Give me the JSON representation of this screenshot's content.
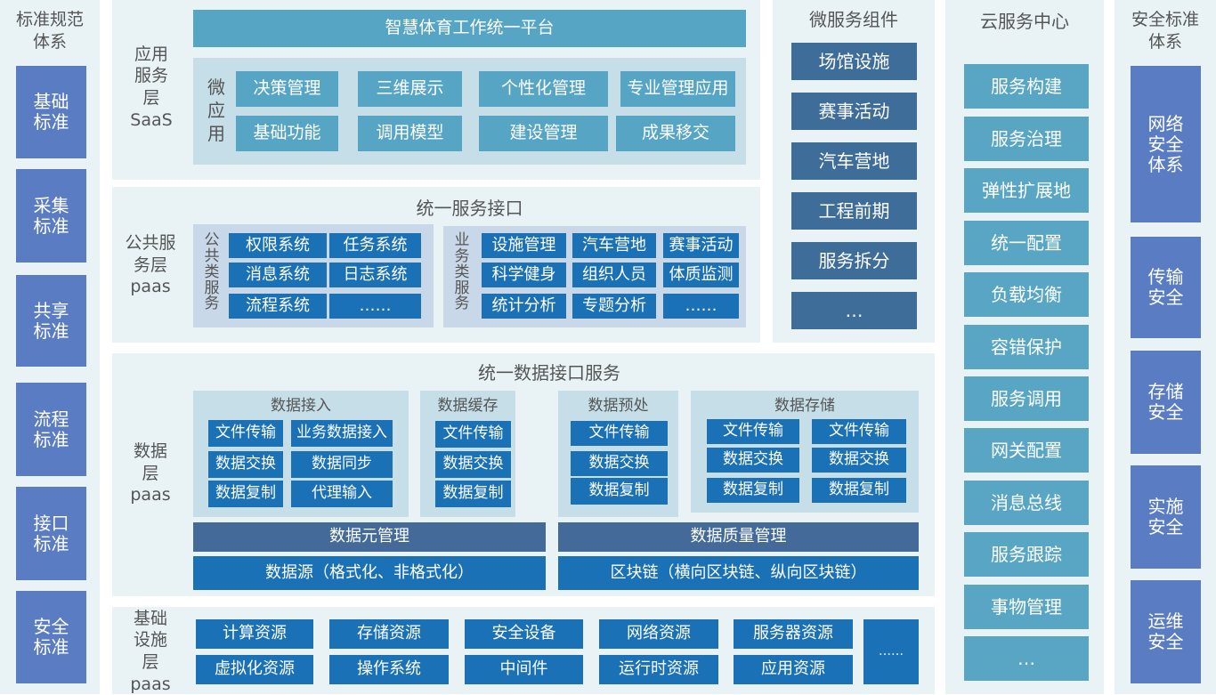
{
  "standards": {
    "title": "标准规范体系",
    "items": [
      "基础标准",
      "采集标准",
      "共享标准",
      "流程标准",
      "接口标准",
      "安全标准"
    ]
  },
  "saas": {
    "layer_label": "应用服务层SaaS",
    "platform": "智慧体育工作统一平台",
    "micro_label": "微应用",
    "apps": [
      "决策管理",
      "三维展示",
      "个性化管理",
      "专业管理应用",
      "基础功能",
      "调用模型",
      "建设管理",
      "成果移交"
    ]
  },
  "public": {
    "layer_label": "公共服务层paas",
    "title": "统一服务接口",
    "common_label": "公共类服务",
    "common": [
      "权限系统",
      "任务系统",
      "消息系统",
      "日志系统",
      "流程系统",
      "……"
    ],
    "business_label": "业务类服务",
    "business": [
      "设施管理",
      "汽车营地",
      "赛事活动",
      "科学健身",
      "组织人员",
      "体质监测",
      "统计分析",
      "专题分析",
      "……"
    ]
  },
  "data": {
    "layer_label": "数据层paas",
    "title": "统一数据接口服务",
    "groups": [
      {
        "title": "数据接入",
        "items": [
          "文件传输",
          "业务数据接入",
          "数据交换",
          "数据同步",
          "数据复制",
          "代理输入"
        ]
      },
      {
        "title": "数据缓存",
        "items": [
          "文件传输",
          "数据交换",
          "数据复制"
        ]
      },
      {
        "title": "数据预处",
        "items": [
          "文件传输",
          "数据交换",
          "数据复制"
        ]
      },
      {
        "title": "数据存储",
        "items": [
          "文件传输",
          "文件传输",
          "数据交换",
          "数据交换",
          "数据复制",
          "数据复制"
        ]
      }
    ],
    "meta": "数据元管理",
    "quality": "数据质量管理",
    "source": "数据源（格式化、非格式化）",
    "blockchain": "区块链（横向区块链、纵向区块链）"
  },
  "infra": {
    "layer_label": "基础设施层paas",
    "items": [
      "计算资源",
      "存储资源",
      "安全设备",
      "网络资源",
      "服务器资源",
      "虚拟化资源",
      "操作系统",
      "中间件",
      "运行时资源",
      "应用资源"
    ],
    "more": "……"
  },
  "microservice": {
    "title": "微服务组件",
    "items": [
      "场馆设施",
      "赛事活动",
      "汽车营地",
      "工程前期",
      "服务拆分",
      "…"
    ]
  },
  "cloud": {
    "title": "云服务中心",
    "items": [
      "服务构建",
      "服务治理",
      "弹性扩展地",
      "统一配置",
      "负载均衡",
      "容错保护",
      "服务调用",
      "网关配置",
      "消息总线",
      "服务跟踪",
      "事物管理",
      "…"
    ]
  },
  "security": {
    "title": "安全标准体系",
    "items": [
      "网络安全体系",
      "传输安全",
      "存储安全",
      "实施安全",
      "运维安全"
    ]
  },
  "colors": {
    "light_blue": "#57a5c5",
    "dark_blue": "#1b71b6",
    "slate": "#436a99",
    "side_blue": "#5a7cc2",
    "panel": "#e9f3f6"
  }
}
